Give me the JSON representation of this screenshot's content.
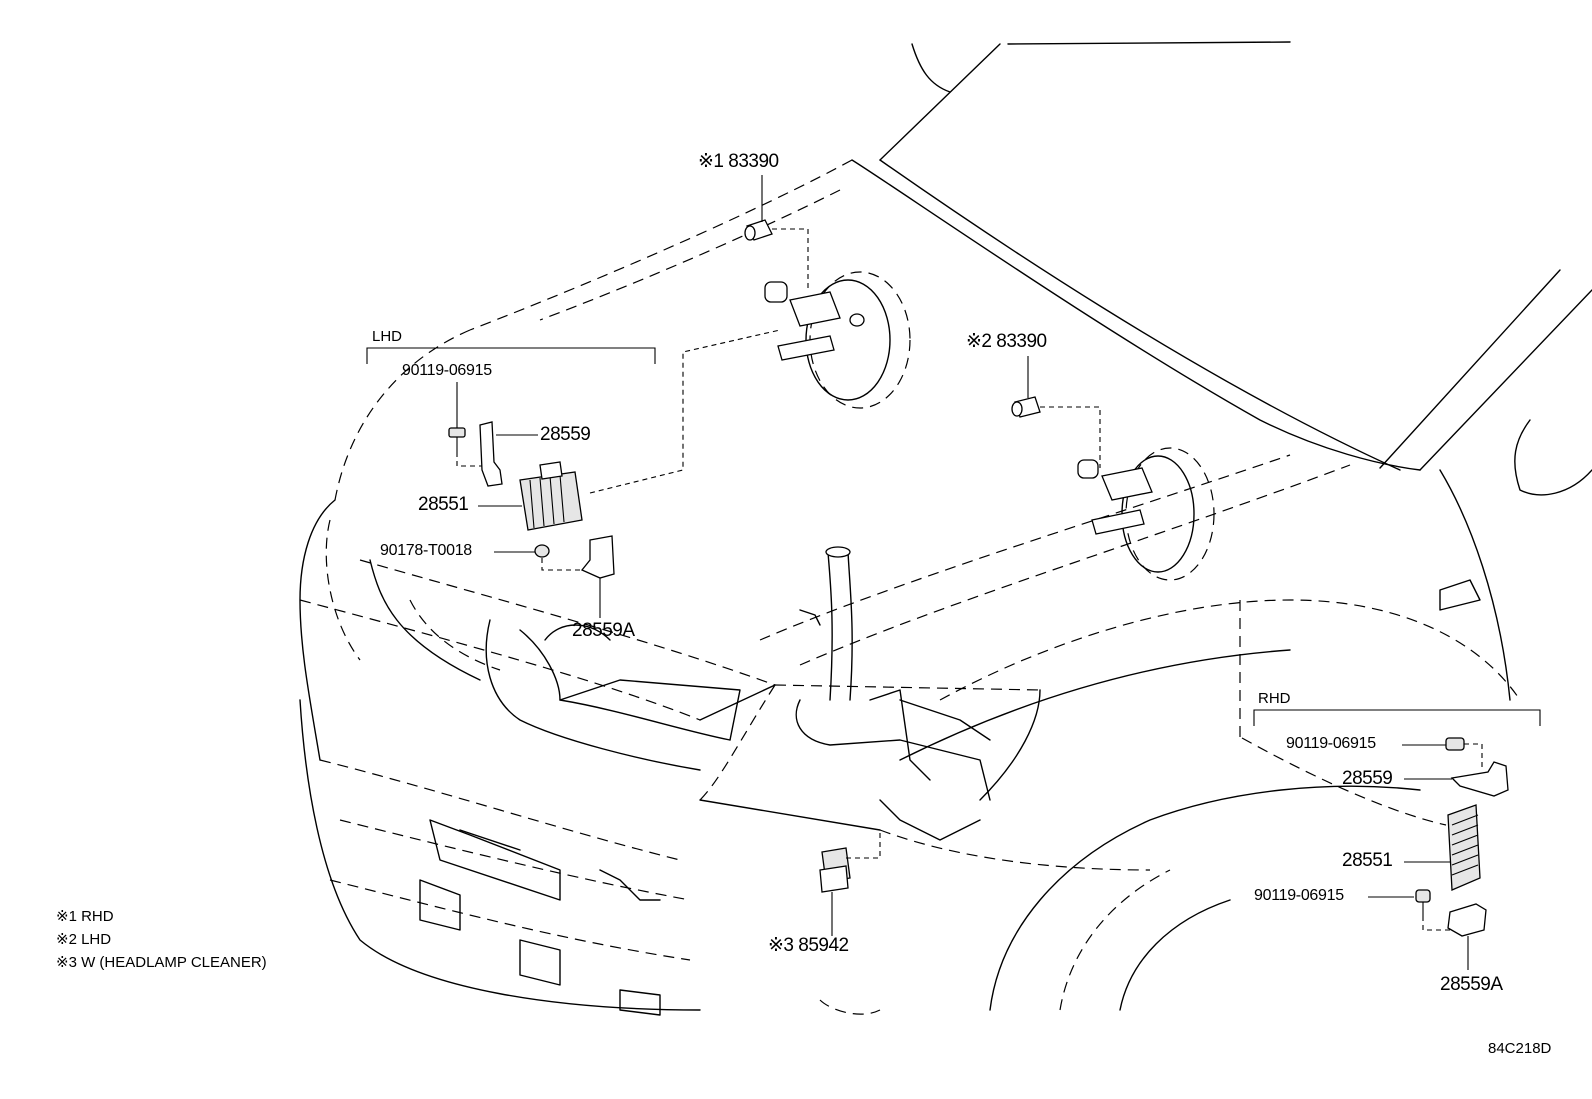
{
  "diagram": {
    "groups": {
      "lhd": "LHD",
      "rhd": "RHD"
    },
    "labels": {
      "top_83390": "※1 83390",
      "mid_83390": "※2 83390",
      "lhd_90119": "90119-06915",
      "lhd_28559": "28559",
      "lhd_28551": "28551",
      "lhd_90178": "90178-T0018",
      "lhd_28559A": "28559A",
      "center_85942": "※3 85942",
      "rhd_90119_top": "90119-06915",
      "rhd_28559": "28559",
      "rhd_28551": "28551",
      "rhd_90119_bottom": "90119-06915",
      "rhd_28559A": "28559A"
    },
    "legend": [
      "※1 RHD",
      "※2 LHD",
      "※3 W (HEADLAMP CLEANER)"
    ],
    "reference_code": "84C218D"
  }
}
